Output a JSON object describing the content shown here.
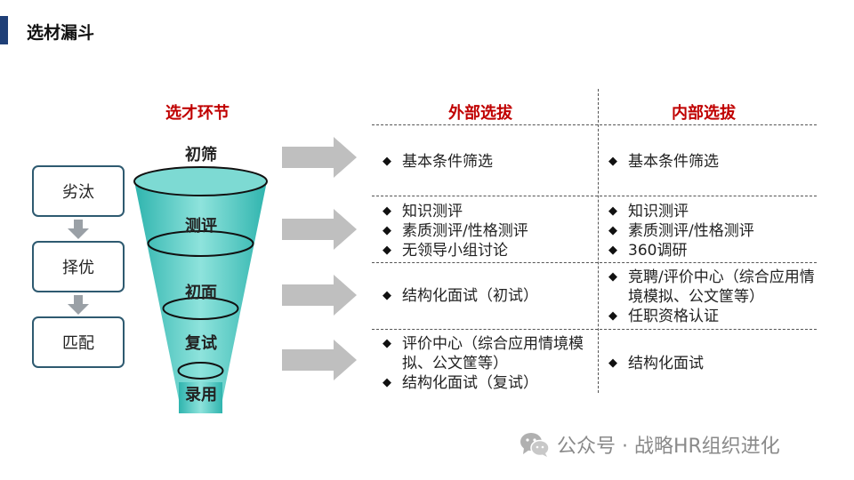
{
  "title": "选材漏斗",
  "left_stages": [
    "劣汰",
    "择优",
    "匹配"
  ],
  "funnel": {
    "header": "选才环节",
    "stages": [
      "初筛",
      "测评",
      "初面",
      "复试",
      "录用"
    ]
  },
  "columns": {
    "external": "外部选拔",
    "internal": "内部选拔"
  },
  "rows": [
    {
      "external": [
        "基本条件筛选"
      ],
      "internal": [
        "基本条件筛选"
      ]
    },
    {
      "external": [
        "知识测评",
        "素质测评/性格测评",
        "无领导小组讨论"
      ],
      "internal": [
        "知识测评",
        "素质测评/性格测评",
        "360调研"
      ]
    },
    {
      "external": [
        "结构化面试（初试）"
      ],
      "internal": [
        "竞聘/评价中心（综合应用情境模拟、公文筐等）",
        "任职资格认证"
      ]
    },
    {
      "external": [
        "评价中心（综合应用情境模拟、公文筐等）",
        "结构化面试（复试）"
      ],
      "internal": [
        "结构化面试"
      ]
    }
  ],
  "bullet_symbol": "◆",
  "footer": "公众号 · 战略HR组织进化",
  "colors": {
    "title_bar": "#1f3f77",
    "header_red": "#c00000",
    "funnel": "#4cc6c0",
    "arrow": "#bfbfbf",
    "box_border": "#2e5a70"
  },
  "icons": {
    "footer": "wechat-icon"
  }
}
